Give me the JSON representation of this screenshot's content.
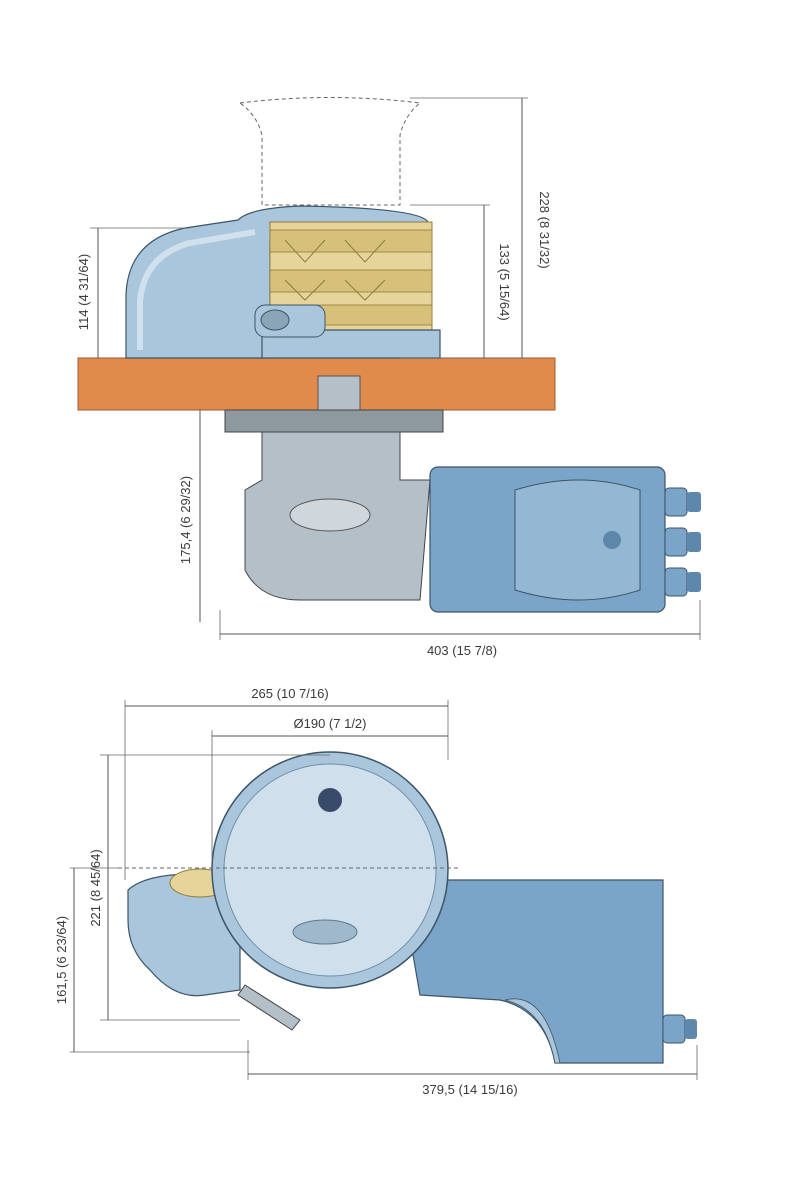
{
  "diagram": {
    "colors": {
      "deck": "#e08a4c",
      "motor": "#7aa5c8",
      "housing": "#a9c6dc",
      "gypsy": "#e6d49a",
      "gearbox": "#b5bfc8"
    },
    "dimensions": {
      "side_total_height": "228 (8 31/32)",
      "side_gypsy_height": "133 (5 15/64)",
      "side_cover_height": "114 (4 31/64)",
      "side_below_deck": "175,4 (6 29/32)",
      "side_total_length": "403 (15 7/8)",
      "top_width": "265 (10 7/16)",
      "top_diameter": "Ø190 (7 1/2)",
      "top_depth": "221 (8 45/64)",
      "top_offset": "161,5 (6 23/64)",
      "top_total_length": "379,5 (14 15/16)"
    }
  }
}
